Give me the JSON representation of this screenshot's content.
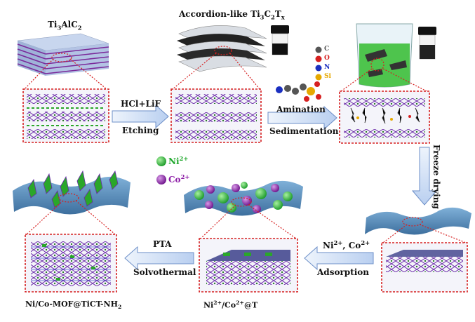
{
  "materials": {
    "ti3alc2": {
      "base": "Ti",
      "sub1": "3",
      "mid": "AlC",
      "sub2": "2"
    },
    "accordion": {
      "prefix": "Accordion-like  Ti",
      "sub1": "3",
      "c": "C",
      "sub2": "2",
      "t": "T",
      "sub3": "x"
    },
    "ions_label": {
      "base": "Ni",
      "sup1": "2+",
      "mid": "/Co",
      "sup2": "2+",
      "suffix": "@T"
    },
    "final_label": {
      "base": "Ni/Co-MOF@TiCT-NH",
      "sub": "2"
    }
  },
  "steps": {
    "step1_top": "HCl+LiF",
    "step1_bottom": "Etching",
    "step2_top": "Amination",
    "step2_bottom": "Sedimentation",
    "step3": "Freeze drying",
    "step4_top": {
      "base": "Ni",
      "sup1": "2+",
      "mid": ", Co",
      "sup2": "2+"
    },
    "step4_bottom": "Adsorption",
    "step5_top": "PTA",
    "step5_bottom": "Solvothermal"
  },
  "legend_atoms": [
    {
      "symbol": "C",
      "color": "#555555"
    },
    {
      "symbol": "O",
      "color": "#d62020"
    },
    {
      "symbol": "N",
      "color": "#1a2fc0"
    },
    {
      "symbol": "Si",
      "color": "#e6a800"
    }
  ],
  "ions_legend": [
    {
      "base": "Ni",
      "sup": "2+",
      "color": "#1fa82c"
    },
    {
      "base": "Co",
      "sup": "2+",
      "color": "#8c1aa6"
    }
  ]
}
